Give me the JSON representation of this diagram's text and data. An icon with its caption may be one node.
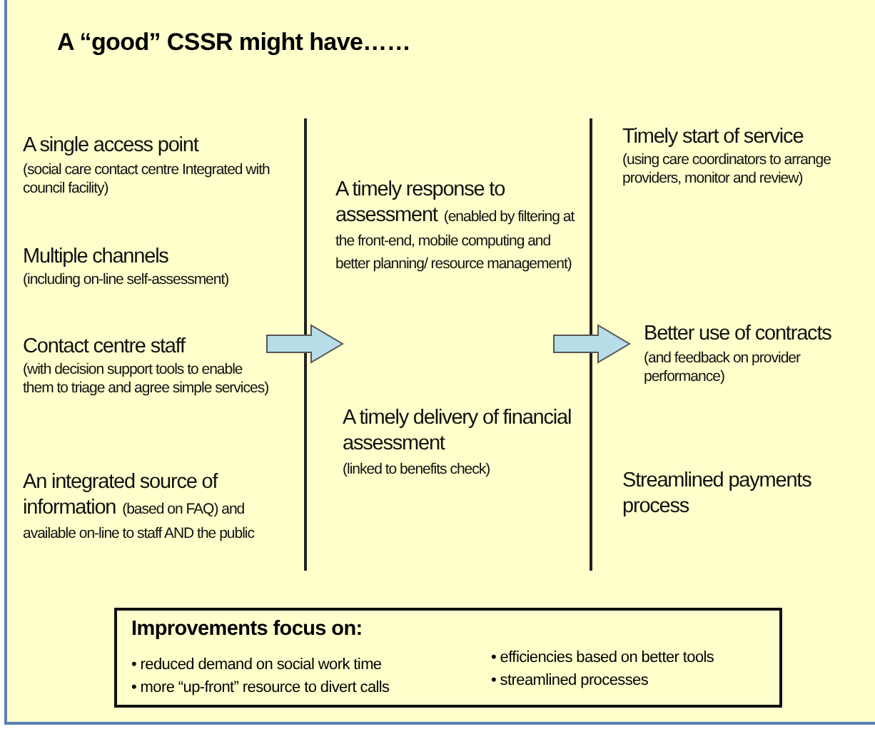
{
  "diagram": {
    "title": "A “good” CSSR might have……",
    "nodes": [
      {
        "text": [
          "Improvements focus on:",
          "• reduced demand on social work time",
          "• more “up-front” resource to divert calls",
          "• efficiencies based on better tools",
          "• streamlined processes"
        ]
      }
    ],
    "labels": [
      "A single access point",
      "(social care contact centre Integrated with council facility)",
      "Multiple channels",
      "(including on-line self-assessment)",
      "Contact centre staff",
      "(with decision support tools to enable them to triage and agree simple services)",
      "An integrated source of information",
      "(based on FAQ) and available on-line to staff AND the public",
      "A timely response to assessment",
      "(enabled by filtering at the front-end, mobile computing and better planning/ resource management)",
      "A timely delivery of financial assessment",
      "(linked to benefits check)",
      "Timely start of service",
      "(using care coordinators to arrange providers, monitor and review)",
      "Better use of contracts",
      "(and feedback on provider performance)",
      "Streamlined payments process"
    ]
  }
}
